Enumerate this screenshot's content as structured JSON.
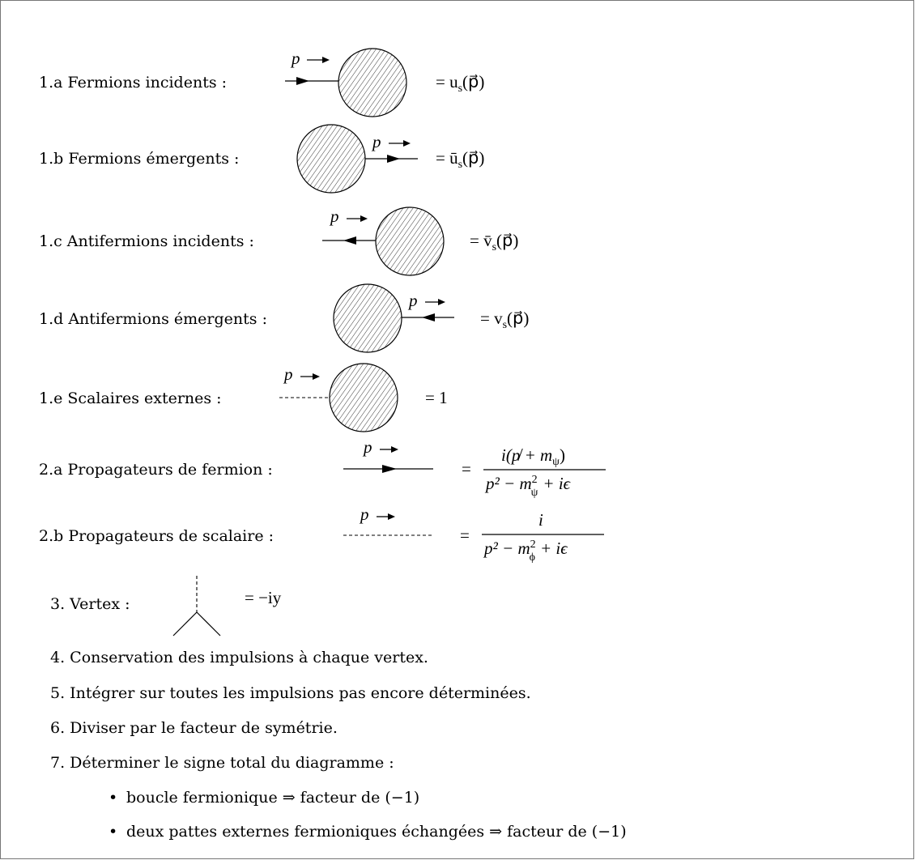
{
  "rules": {
    "r1a": {
      "label": "1.a  Fermions incidents :",
      "value": "= u",
      "sub": "s",
      "arg": "(p⃗)",
      "mom": "p"
    },
    "r1b": {
      "label": "1.b  Fermions émergents :",
      "value": "= ū",
      "sub": "s",
      "arg": "(p⃗)",
      "mom": "p"
    },
    "r1c": {
      "label": "1.c  Antifermions incidents :",
      "value": "= v̄",
      "sub": "s",
      "arg": "(p⃗)",
      "mom": "p"
    },
    "r1d": {
      "label": "1.d  Antifermions émergents :",
      "value": "= v",
      "sub": "s",
      "arg": "(p⃗)",
      "mom": "p"
    },
    "r1e": {
      "label": "1.e  Scalaires externes :",
      "value": "= 1",
      "mom": "p"
    },
    "r2a": {
      "label": "2.a  Propagateurs de fermion :",
      "eq": "=",
      "num": "i(p̸ + m",
      "num_sub": "ψ",
      "num_close": ")",
      "den": "p² − m",
      "den_sup": "2",
      "den_sub": "ψ",
      "den_tail": "+ iϵ",
      "mom": "p"
    },
    "r2b": {
      "label": "2.b  Propagateurs de scalaire :",
      "eq": "=",
      "num": "i",
      "den": "p² − m",
      "den_sup": "2",
      "den_sub": "ϕ",
      "den_tail": "+ iϵ",
      "mom": "p"
    },
    "r3": {
      "label": "3.  Vertex :",
      "value": "= −iy"
    }
  },
  "items": [
    "4.  Conservation des impulsions à chaque vertex.",
    "5.  Intégrer sur toutes les impulsions pas encore déterminées.",
    "6.  Diviser par le facteur de symétrie.",
    "7.  Déterminer le signe total du diagramme :"
  ],
  "bullets": [
    "boucle fermionique ⇒ facteur de (−1)",
    "deux pattes externes fermioniques échangées ⇒ facteur de (−1)"
  ],
  "bullet_glyph": "•"
}
